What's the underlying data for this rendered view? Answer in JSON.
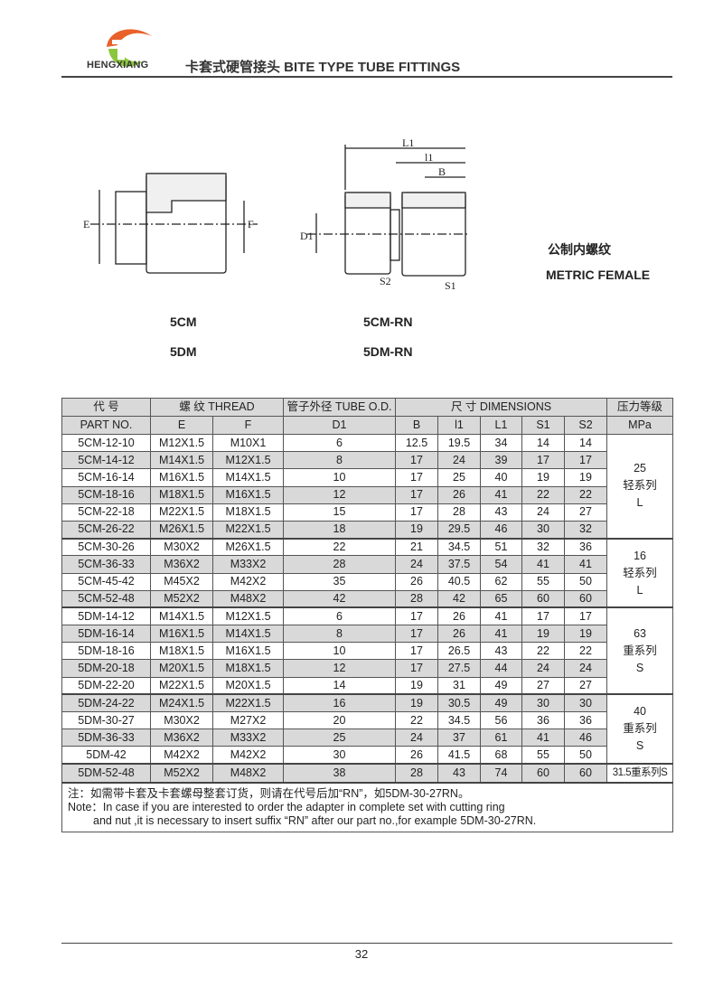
{
  "header": {
    "brand": "HENGXIANG",
    "title": "卡套式硬管接头 BITE TYPE TUBE FITTINGS"
  },
  "drawing": {
    "dims": [
      "E",
      "F",
      "L1",
      "l1",
      "B",
      "D1",
      "S2",
      "S1"
    ]
  },
  "labels": {
    "cn": "公制内螺纹",
    "en": "METRIC FEMALE",
    "m1": "5CM",
    "m2": "5DM",
    "m3": "5CM-RN",
    "m4": "5DM-RN"
  },
  "table": {
    "h1": [
      "代 号",
      "螺 纹 THREAD",
      "管子外径 TUBE O.D.",
      "尺 寸 DIMENSIONS",
      "压力等级"
    ],
    "h2": [
      "PART NO.",
      "E",
      "F",
      "D1",
      "B",
      "l1",
      "L1",
      "S1",
      "S2",
      "MPa"
    ],
    "rows": [
      [
        "5CM-12-10",
        "M12X1.5",
        "M10X1",
        "6",
        "12.5",
        "19.5",
        "34",
        "14",
        "14"
      ],
      [
        "5CM-14-12",
        "M14X1.5",
        "M12X1.5",
        "8",
        "17",
        "24",
        "39",
        "17",
        "17"
      ],
      [
        "5CM-16-14",
        "M16X1.5",
        "M14X1.5",
        "10",
        "17",
        "25",
        "40",
        "19",
        "19"
      ],
      [
        "5CM-18-16",
        "M18X1.5",
        "M16X1.5",
        "12",
        "17",
        "26",
        "41",
        "22",
        "22"
      ],
      [
        "5CM-22-18",
        "M22X1.5",
        "M18X1.5",
        "15",
        "17",
        "28",
        "43",
        "24",
        "27"
      ],
      [
        "5CM-26-22",
        "M26X1.5",
        "M22X1.5",
        "18",
        "19",
        "29.5",
        "46",
        "30",
        "32"
      ],
      [
        "5CM-30-26",
        "M30X2",
        "M26X1.5",
        "22",
        "21",
        "34.5",
        "51",
        "32",
        "36"
      ],
      [
        "5CM-36-33",
        "M36X2",
        "M33X2",
        "28",
        "24",
        "37.5",
        "54",
        "41",
        "41"
      ],
      [
        "5CM-45-42",
        "M45X2",
        "M42X2",
        "35",
        "26",
        "40.5",
        "62",
        "55",
        "50"
      ],
      [
        "5CM-52-48",
        "M52X2",
        "M48X2",
        "42",
        "28",
        "42",
        "65",
        "60",
        "60"
      ],
      [
        "5DM-14-12",
        "M14X1.5",
        "M12X1.5",
        "6",
        "17",
        "26",
        "41",
        "17",
        "17"
      ],
      [
        "5DM-16-14",
        "M16X1.5",
        "M14X1.5",
        "8",
        "17",
        "26",
        "41",
        "19",
        "19"
      ],
      [
        "5DM-18-16",
        "M18X1.5",
        "M16X1.5",
        "10",
        "17",
        "26.5",
        "43",
        "22",
        "22"
      ],
      [
        "5DM-20-18",
        "M20X1.5",
        "M18X1.5",
        "12",
        "17",
        "27.5",
        "44",
        "24",
        "24"
      ],
      [
        "5DM-22-20",
        "M22X1.5",
        "M20X1.5",
        "14",
        "19",
        "31",
        "49",
        "27",
        "27"
      ],
      [
        "5DM-24-22",
        "M24X1.5",
        "M22X1.5",
        "16",
        "19",
        "30.5",
        "49",
        "30",
        "30"
      ],
      [
        "5DM-30-27",
        "M30X2",
        "M27X2",
        "20",
        "22",
        "34.5",
        "56",
        "36",
        "36"
      ],
      [
        "5DM-36-33",
        "M36X2",
        "M33X2",
        "25",
        "24",
        "37",
        "61",
        "41",
        "46"
      ],
      [
        "5DM-42",
        "M42X2",
        "M42X2",
        "30",
        "26",
        "41.5",
        "68",
        "55",
        "50"
      ],
      [
        "5DM-52-48",
        "M52X2",
        "M48X2",
        "38",
        "28",
        "43",
        "74",
        "60",
        "60"
      ]
    ],
    "groups": [
      {
        "start": 0,
        "span": 6,
        "pressure": "25",
        "series": "轻系列",
        "code": "L"
      },
      {
        "start": 6,
        "span": 4,
        "pressure": "16",
        "series": "轻系列",
        "code": "L"
      },
      {
        "start": 10,
        "span": 5,
        "pressure": "63",
        "series": "重系列",
        "code": "S"
      },
      {
        "start": 15,
        "span": 4,
        "pressure": "40",
        "series": "重系列",
        "code": "S"
      },
      {
        "start": 19,
        "span": 1,
        "pressure": "31.5重系列S"
      }
    ],
    "note_cn": "注：如需带卡套及卡套螺母整套订货，则请在代号后加“RN”，如5DM-30-27RN。",
    "note_en1": "Note：In case if you are interested to order the adapter in complete set with cutting ring",
    "note_en2": "and nut ,it is necessary to insert suffix “RN” after our part no.,for example 5DM-30-27RN."
  },
  "footer": {
    "page": "32"
  }
}
